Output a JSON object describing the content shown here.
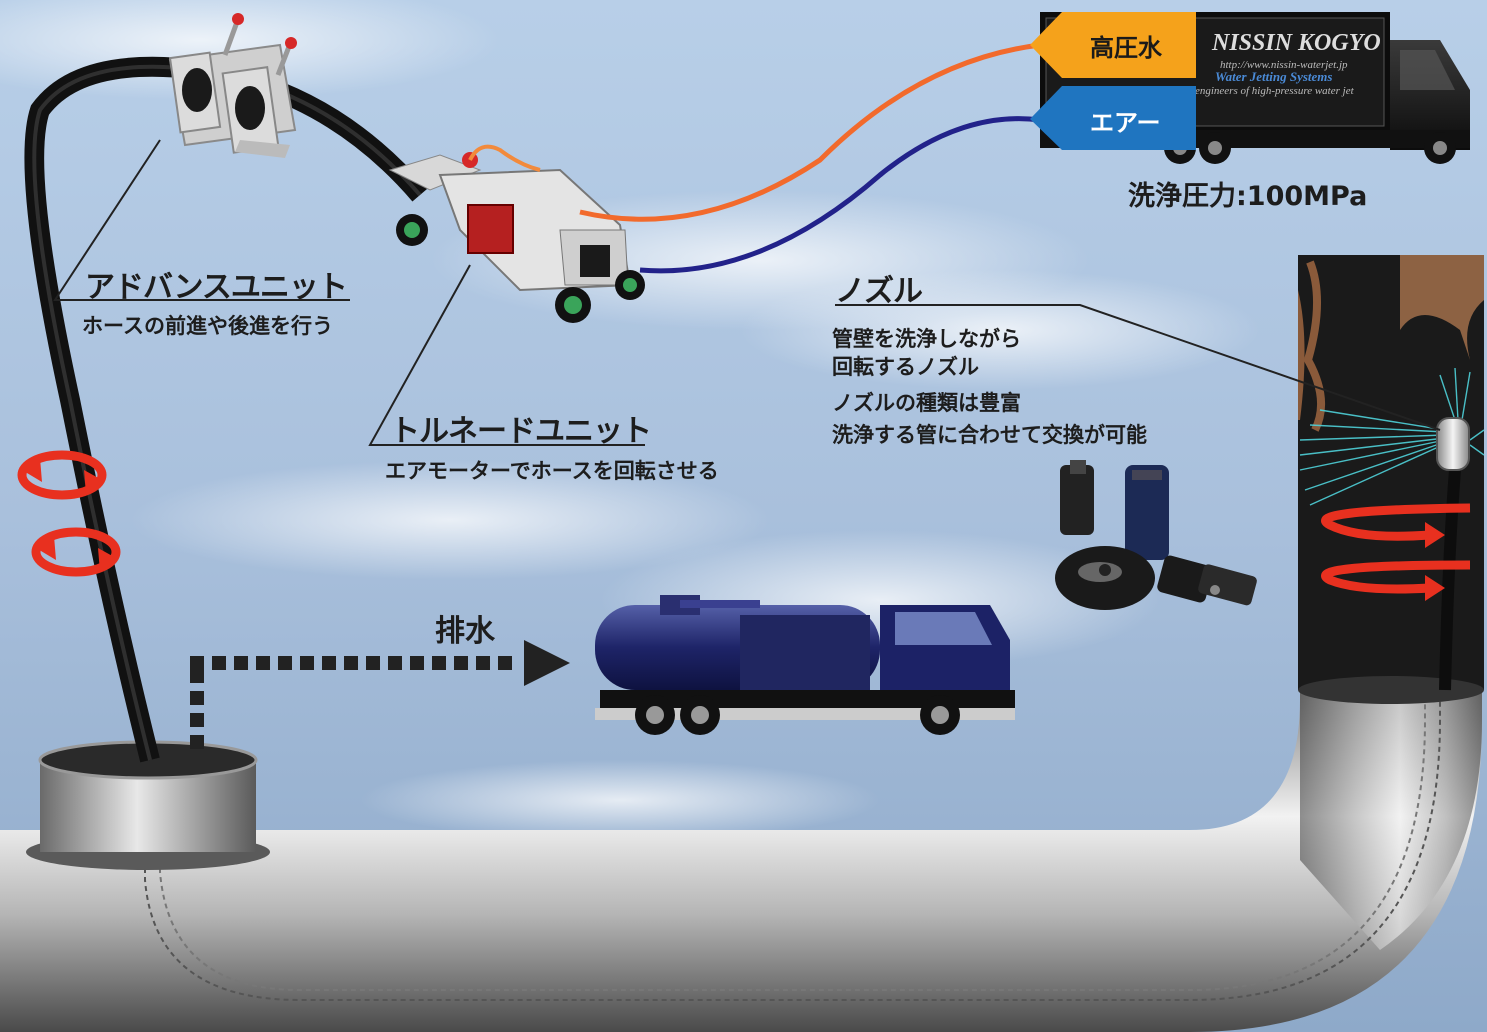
{
  "advance_unit": {
    "title": "アドバンスユニット",
    "desc": "ホースの前進や後進を行う"
  },
  "tornado_unit": {
    "title": "トルネードユニット",
    "desc": "エアモーターでホースを回転させる"
  },
  "nozzle": {
    "title": "ノズル",
    "line1": "管壁を洗浄しながら",
    "line2": "回転するノズル",
    "line3": "ノズルの種類は豊富",
    "line4": "洗浄する管に合わせて交換が可能"
  },
  "water_label": "高圧水",
  "air_label": "エアー",
  "pressure": "洗浄圧力:100MPa",
  "drain_label": "排水",
  "truck": {
    "brand": "NISSIN KOGYO",
    "url": "http://www.nissin-waterjet.jp",
    "line2": "Water Jetting Systems",
    "line3": "An engineers of high-pressure water jet"
  },
  "colors": {
    "water_hose": "#f26a2c",
    "air_hose": "#22228a",
    "water_tag": "#f5a21b",
    "air_tag": "#1f75c0",
    "rotation_arrow": "#e8301f"
  }
}
